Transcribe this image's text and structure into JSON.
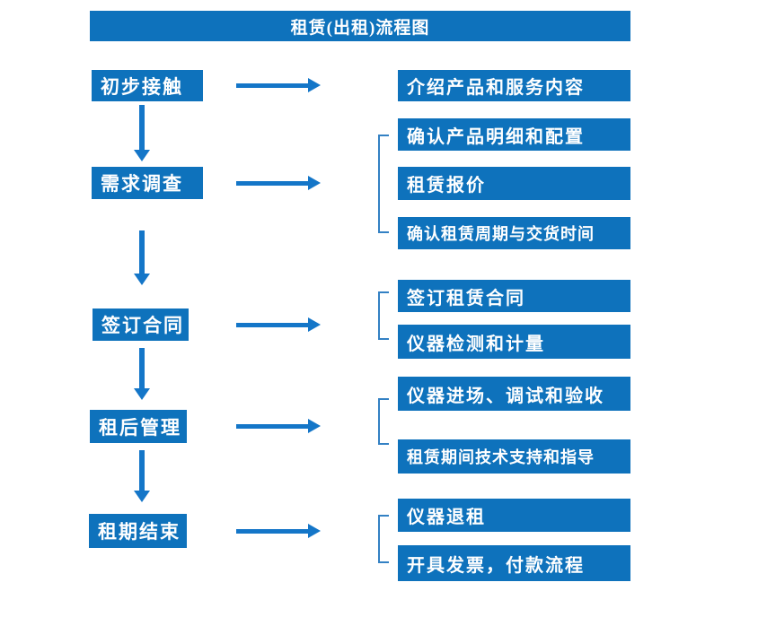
{
  "title": "租赁(出租)流程图",
  "colors": {
    "box_blue": "#0E72BC",
    "arrow_blue": "#1476C8",
    "bracket_blue": "#3381C4",
    "text": "#FFFFFF",
    "background": "#FFFFFF"
  },
  "steps": [
    {
      "label": "初步接触",
      "details": [
        "介绍产品和服务内容"
      ]
    },
    {
      "label": "需求调查",
      "details": [
        "确认产品明细和配置",
        "租赁报价",
        "确认租赁周期与交货时间"
      ]
    },
    {
      "label": "签订合同",
      "details": [
        "签订租赁合同",
        "仪器检测和计量"
      ]
    },
    {
      "label": "租后管理",
      "details": [
        "仪器进场、调试和验收",
        "租赁期间技术支持和指导"
      ]
    },
    {
      "label": "租期结束",
      "details": [
        "仪器退租",
        "开具发票，付款流程"
      ]
    }
  ]
}
